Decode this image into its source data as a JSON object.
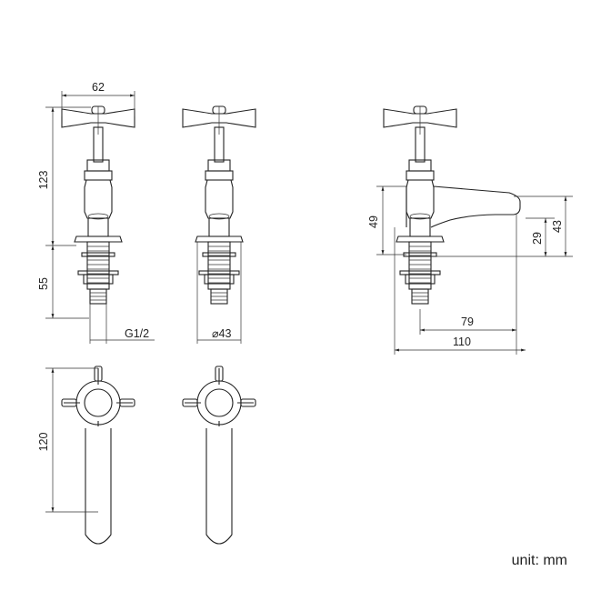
{
  "dimensions": {
    "handle_width": "62",
    "total_height": "123",
    "shank_length": "55",
    "thread": "G1/2",
    "base_diameter": "⌀43",
    "plan_length": "120",
    "spout_height": "49",
    "outlet_height_low": "29",
    "outlet_height_high": "43",
    "spout_reach": "79",
    "total_reach": "110"
  },
  "unit_label": "unit: mm"
}
